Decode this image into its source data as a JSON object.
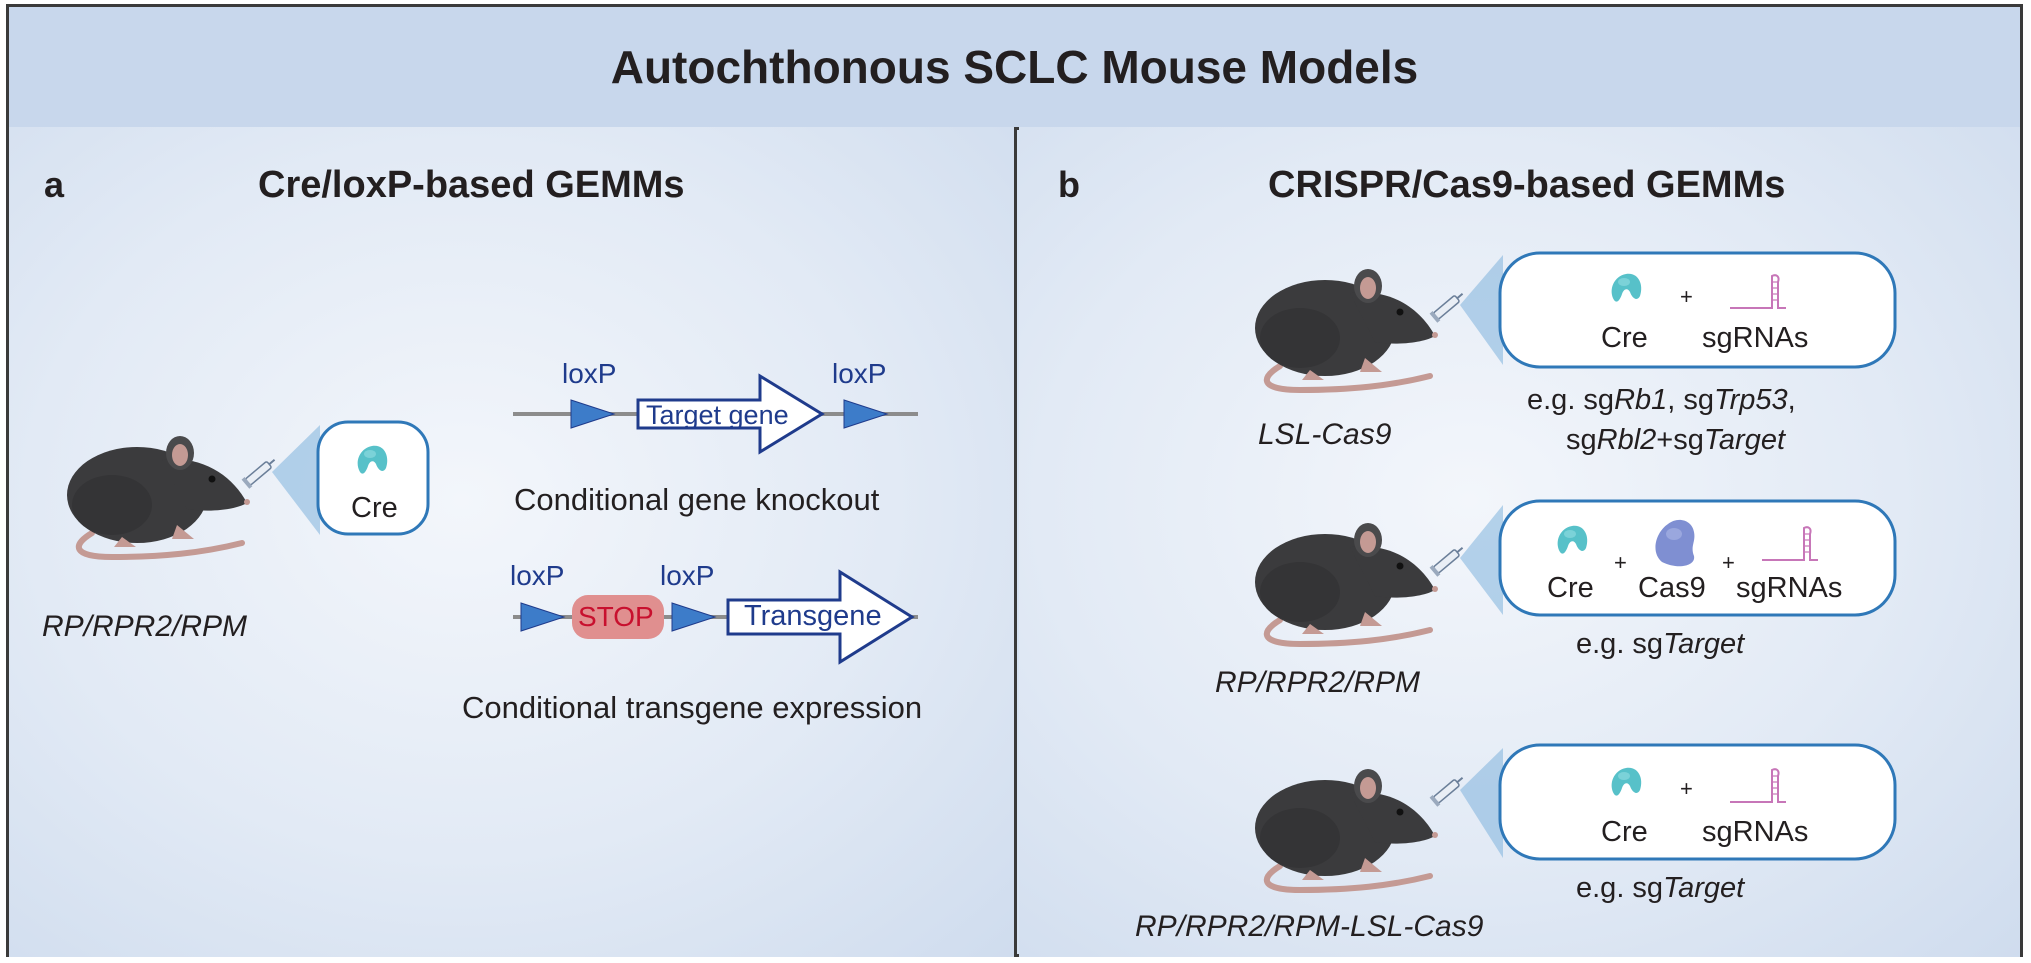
{
  "title": "Autochthonous SCLC Mouse Models",
  "panel_a": {
    "letter": "a",
    "heading": "Cre/loxP-based GEMMs",
    "mouse_label": "RP/RPR2/RPM",
    "cre_label": "Cre",
    "knockout": {
      "loxp_left": "loxP",
      "loxp_right": "loxP",
      "gene_label": "Target gene",
      "caption": "Conditional gene knockout"
    },
    "transgene": {
      "loxp_left": "loxP",
      "loxp_right": "loxP",
      "stop_label": "STOP",
      "gene_label": "Transgene",
      "caption": "Conditional transgene expression"
    }
  },
  "panel_b": {
    "letter": "b",
    "heading": "CRISPR/Cas9-based GEMMs",
    "models": [
      {
        "mouse_label": "LSL-Cas9",
        "cre_label": "Cre",
        "plus1": "+",
        "sgrna_label": "sgRNAs",
        "example_line1": {
          "p1": "e.g. sg",
          "i1": "Rb1",
          "p2": ", sg",
          "i2": "Trp53",
          "p3": ","
        },
        "example_line2": {
          "p1": "sg",
          "i1": "Rbl2",
          "p2": "+sg",
          "i2": "Target"
        }
      },
      {
        "mouse_label": "RP/RPR2/RPM",
        "cre_label": "Cre",
        "plus1": "+",
        "cas9_label": "Cas9",
        "plus2": "+",
        "sgrna_label": "sgRNAs",
        "example": {
          "p1": "e.g. sg",
          "i1": "Target"
        }
      },
      {
        "mouse_label": "RP/RPR2/RPM-LSL-Cas9",
        "cre_label": "Cre",
        "plus1": "+",
        "sgrna_label": "sgRNAs",
        "example": {
          "p1": "e.g. sg",
          "i1": "Target"
        }
      }
    ]
  },
  "colors": {
    "panel_bg": "#d7e3f2",
    "title_bg": "#c8d7ec",
    "box_border": "#2f78b8",
    "loxp_triangle": "#3d7cc9",
    "stop_fill": "#e08f8f",
    "cre_protein": "#57c1c9",
    "cas9_protein": "#7f8fd2",
    "sgrna": "#c776b8",
    "mouse_body": "#3b3b3d",
    "mouse_tail": "#c49a94"
  },
  "icons": [
    "mouse-icon",
    "syringe-icon",
    "cre-protein-icon",
    "cas9-protein-icon",
    "sgrna-icon",
    "loxp-triangle-icon",
    "gene-arrow-icon"
  ]
}
